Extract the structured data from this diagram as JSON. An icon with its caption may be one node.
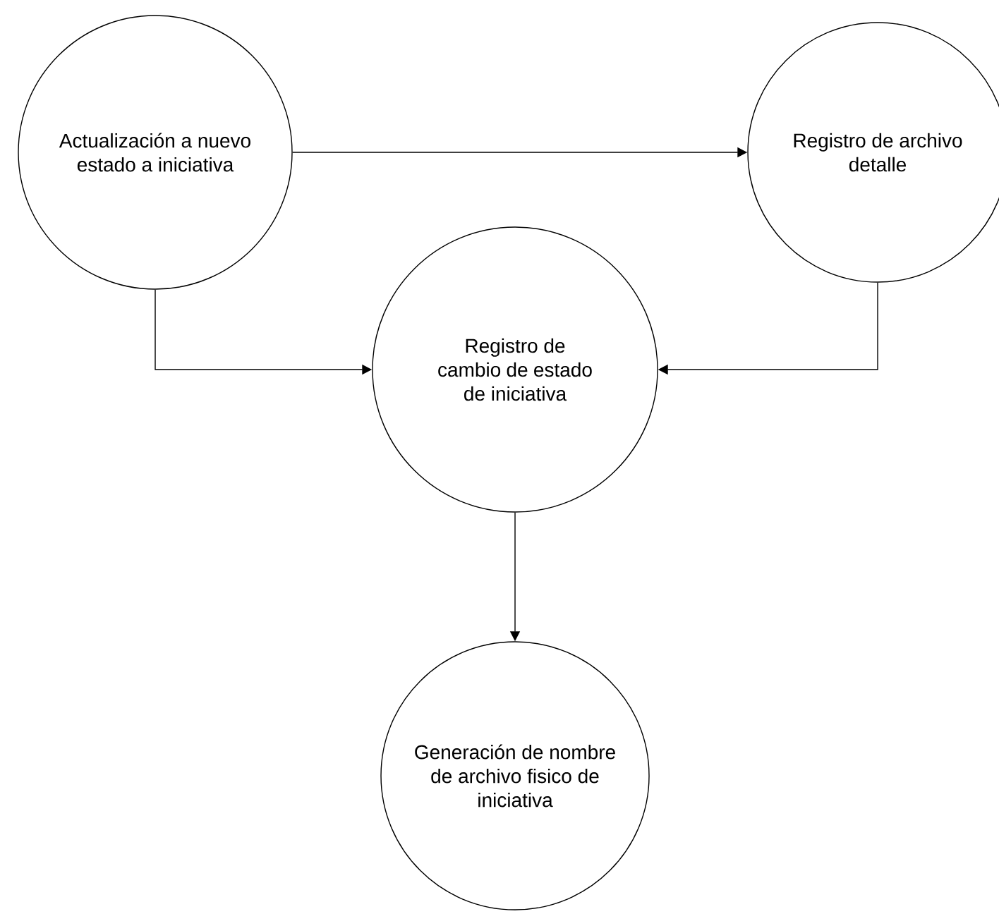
{
  "diagram": {
    "nodes": [
      {
        "text": [
          "Actualización a nuevo estado a iniciativa"
        ]
      },
      {
        "text": [
          "Registro de archivo detalle"
        ]
      },
      {
        "text": [
          "Registro de cambio de estado de iniciativa"
        ]
      },
      {
        "text": [
          "Generación de nombre de archivo fisico de iniciativa"
        ]
      }
    ],
    "edges": [
      {
        "from": 0,
        "to": 1,
        "arrow": "to"
      },
      {
        "from": 0,
        "to": 2,
        "arrow": "to"
      },
      {
        "from": 1,
        "to": 2,
        "arrow": "to"
      },
      {
        "from": 2,
        "to": 3,
        "arrow": "to"
      }
    ]
  }
}
